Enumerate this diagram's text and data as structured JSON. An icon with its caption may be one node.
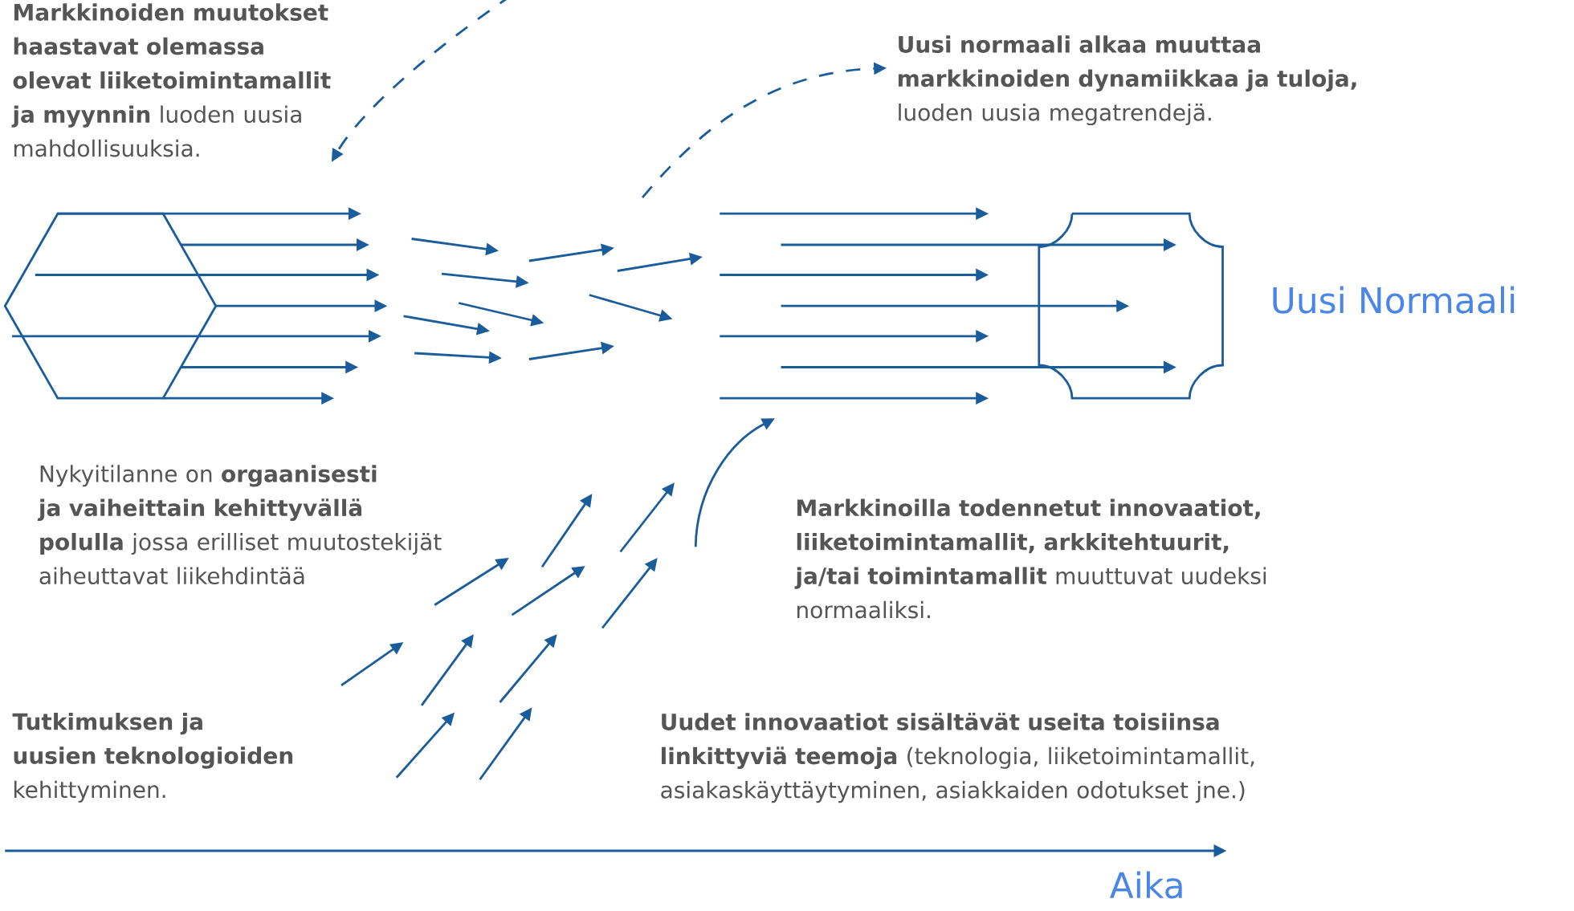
{
  "diagram": {
    "nodes": [
      {
        "text": [
          "**Markkinoiden muutokset haastavat olemassa olevat liiketoimintamallit ja myynnin** luoden uusia mahdollisuuksia."
        ]
      },
      {
        "text": [
          "**Uusi normaali alkaa muuttaa markkinoiden dynamiikkaa ja tuloja,** luoden uusia megatrendejä."
        ]
      },
      {
        "text": [],
        "shape": "hexagon"
      },
      {
        "text": [],
        "shape": "box"
      }
    ],
    "edges": [
      {
        "from": null,
        "to": 0,
        "arrow": "to",
        "style": "dashed"
      },
      {
        "from": null,
        "to": 1,
        "arrow": "to",
        "style": "dashed"
      }
    ],
    "labels": [
      "Uusi Normaali",
      "Nykyitilanne on **orgaanisesti ja vaiheittain kehittyvällä polulla** jossa erilliset muutostekijät aiheuttavat liikehdintää",
      "**Markkinoilla todennetut innovaatiot, liiketoimintamallit, arkkitehtuurit, ja/tai toimintamallit** muuttuvat uudeksi normaaliksi.",
      "**Tutkimuksen ja uusien teknologioiden** kehittyminen.",
      "**Uudet innovaatiot sisältävät useita toisiinsa linkittyviä teemoja** (teknologia, liiketoimintamallit, asiakaskäyttäytyminen, asiakkaiden odotukset jne.)",
      "Aika"
    ]
  }
}
